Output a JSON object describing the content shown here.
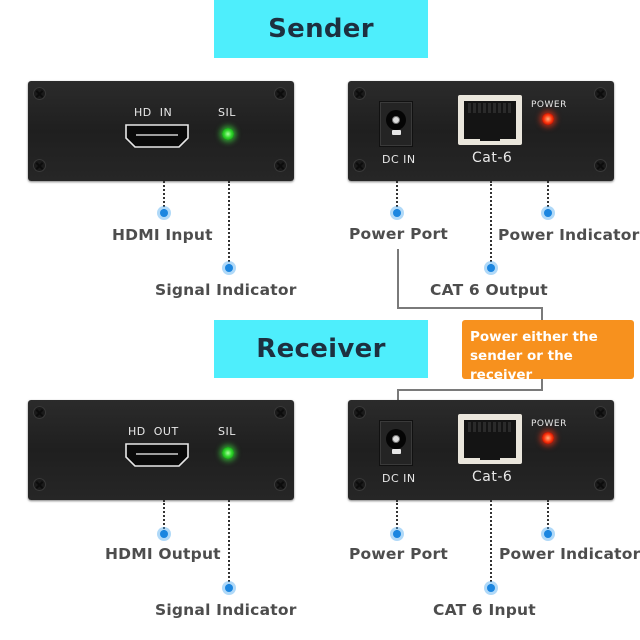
{
  "sender": {
    "title": "Sender",
    "left_panel": {
      "port_label": "HD  IN",
      "led_label": "SIL",
      "led_color": "#2ed62a"
    },
    "right_panel": {
      "dc_label": "DC IN",
      "rj45_label": "Cat-6",
      "led_label": "POWER",
      "led_color": "#ff3a10"
    },
    "callouts": {
      "hdmi": "HDMI Input",
      "signal": "Signal Indicator",
      "power_port": "Power Port",
      "power_indicator": "Power Indicator",
      "cat6": "CAT 6 Output"
    }
  },
  "receiver": {
    "title": "Receiver",
    "left_panel": {
      "port_label": "HD  OUT",
      "led_label": "SIL",
      "led_color": "#2ed62a"
    },
    "right_panel": {
      "dc_label": "DC IN",
      "rj45_label": "Cat-6",
      "led_label": "POWER",
      "led_color": "#ff3a10"
    },
    "callouts": {
      "hdmi": "HDMI Output",
      "signal": "Signal Indicator",
      "power_port": "Power Port",
      "power_indicator": "Power Indicator",
      "cat6": "CAT 6 Input"
    }
  },
  "note": {
    "line1": "Power either the",
    "line2": "sender or the receiver"
  },
  "colors": {
    "title_bg": "#4eeefc",
    "note_bg": "#f7911e",
    "dot": "#1b86e0"
  }
}
